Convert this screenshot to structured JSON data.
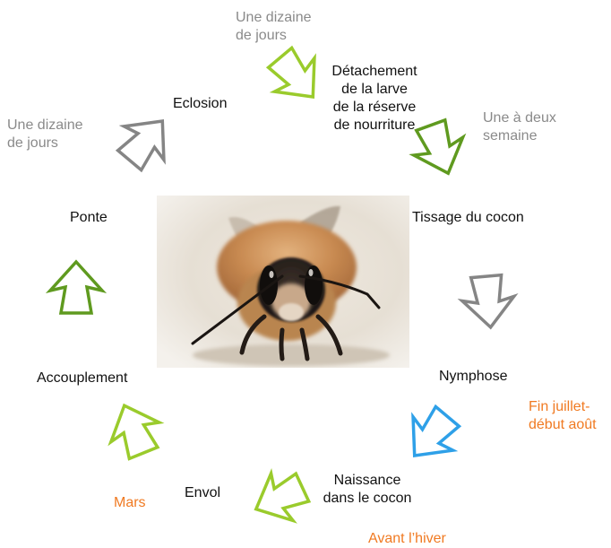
{
  "stages": {
    "eclosion": "Eclosion",
    "detachement": "Détachement\nde la larve\nde la réserve\nde nourriture",
    "tissage": "Tissage du cocon",
    "nymphose": "Nymphose",
    "naissance": "Naissance\ndans le cocon",
    "envol": "Envol",
    "accouplement": "Accouplement",
    "ponte": "Ponte"
  },
  "durations": {
    "after_eclosion": "Une dizaine\nde jours",
    "after_ponte": "Une dizaine\nde jours",
    "after_detachement": "Une à deux\nsemaine",
    "nymphose_period": "Fin juillet-\ndébut août",
    "naissance_period": "Avant l’hiver",
    "envol_period": "Mars"
  },
  "colors": {
    "green_light": "#9acb2c",
    "green_dark": "#5f9a1f",
    "gray": "#858585",
    "blue": "#2ea0e8",
    "note_gray": "#8a8a8a",
    "note_orange": "#f07a22"
  },
  "arrows": [
    {
      "name": "arrow-eclosion-to-detachement",
      "color": "green_light"
    },
    {
      "name": "arrow-detachement-to-tissage",
      "color": "green_dark"
    },
    {
      "name": "arrow-tissage-to-nymphose",
      "color": "gray"
    },
    {
      "name": "arrow-nymphose-to-naissance",
      "color": "blue"
    },
    {
      "name": "arrow-naissance-to-envol",
      "color": "green_light"
    },
    {
      "name": "arrow-envol-to-accouplement",
      "color": "green_light"
    },
    {
      "name": "arrow-accouplement-to-ponte",
      "color": "green_dark"
    },
    {
      "name": "arrow-ponte-to-eclosion",
      "color": "gray"
    }
  ]
}
